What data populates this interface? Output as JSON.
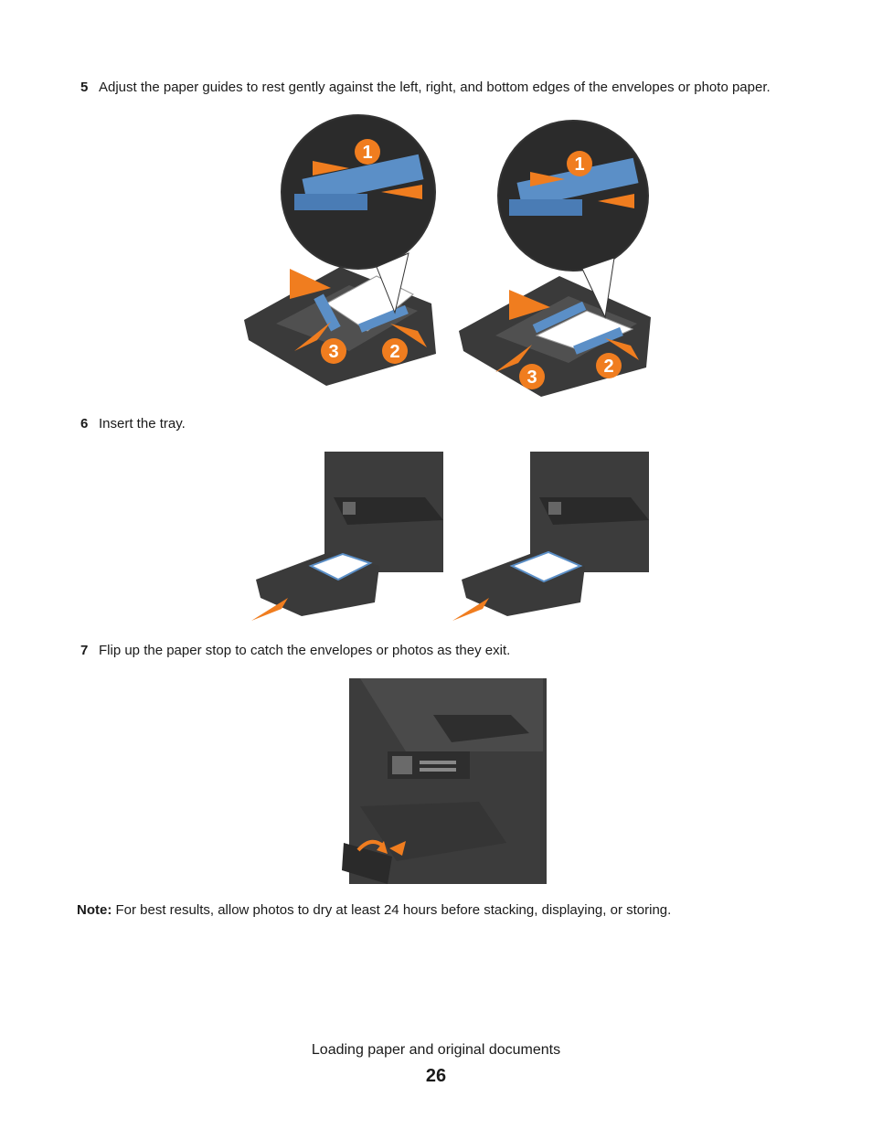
{
  "steps": [
    {
      "number": "5",
      "text": "Adjust the paper guides to rest gently against the left, right, and bottom edges of the envelopes or photo paper."
    },
    {
      "number": "6",
      "text": "Insert the tray."
    },
    {
      "number": "7",
      "text": "Flip up the paper stop to catch the envelopes or photos as they exit."
    }
  ],
  "figure1": {
    "left_callouts": [
      "1",
      "2",
      "3"
    ],
    "right_callouts": [
      "1",
      "2",
      "3"
    ]
  },
  "note": {
    "label": "Note:",
    "text": " For best results, allow photos to dry at least 24 hours before stacking, displaying, or storing."
  },
  "footer": {
    "title": "Loading paper and original documents",
    "page": "26"
  },
  "colors": {
    "accent_orange": "#f07d1f",
    "guide_blue": "#5b8fc7",
    "tray_dark": "#3a3a3a"
  },
  "icons": [
    "arrow-icon"
  ]
}
